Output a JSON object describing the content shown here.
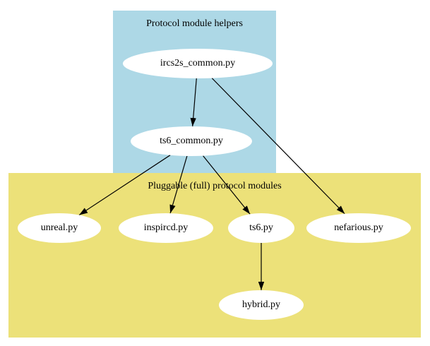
{
  "diagram": {
    "clusters": [
      {
        "id": "helpers",
        "label": "Protocol module helpers",
        "color": "#add8e6"
      },
      {
        "id": "modules",
        "label": "Pluggable (full) protocol modules",
        "color": "#ece179"
      }
    ],
    "nodes": [
      {
        "id": "ircs2s_common",
        "label": "ircs2s_common.py",
        "cluster": "helpers"
      },
      {
        "id": "ts6_common",
        "label": "ts6_common.py",
        "cluster": "helpers"
      },
      {
        "id": "unreal",
        "label": "unreal.py",
        "cluster": "modules"
      },
      {
        "id": "inspircd",
        "label": "inspircd.py",
        "cluster": "modules"
      },
      {
        "id": "ts6",
        "label": "ts6.py",
        "cluster": "modules"
      },
      {
        "id": "nefarious",
        "label": "nefarious.py",
        "cluster": "modules"
      },
      {
        "id": "hybrid",
        "label": "hybrid.py",
        "cluster": "modules"
      }
    ],
    "edges": [
      {
        "from": "ircs2s_common",
        "to": "ts6_common"
      },
      {
        "from": "ircs2s_common",
        "to": "nefarious"
      },
      {
        "from": "ts6_common",
        "to": "unreal"
      },
      {
        "from": "ts6_common",
        "to": "inspircd"
      },
      {
        "from": "ts6_common",
        "to": "ts6"
      },
      {
        "from": "ts6",
        "to": "hybrid"
      }
    ],
    "edge_color": "#000000",
    "node_fill": "#ffffff"
  }
}
